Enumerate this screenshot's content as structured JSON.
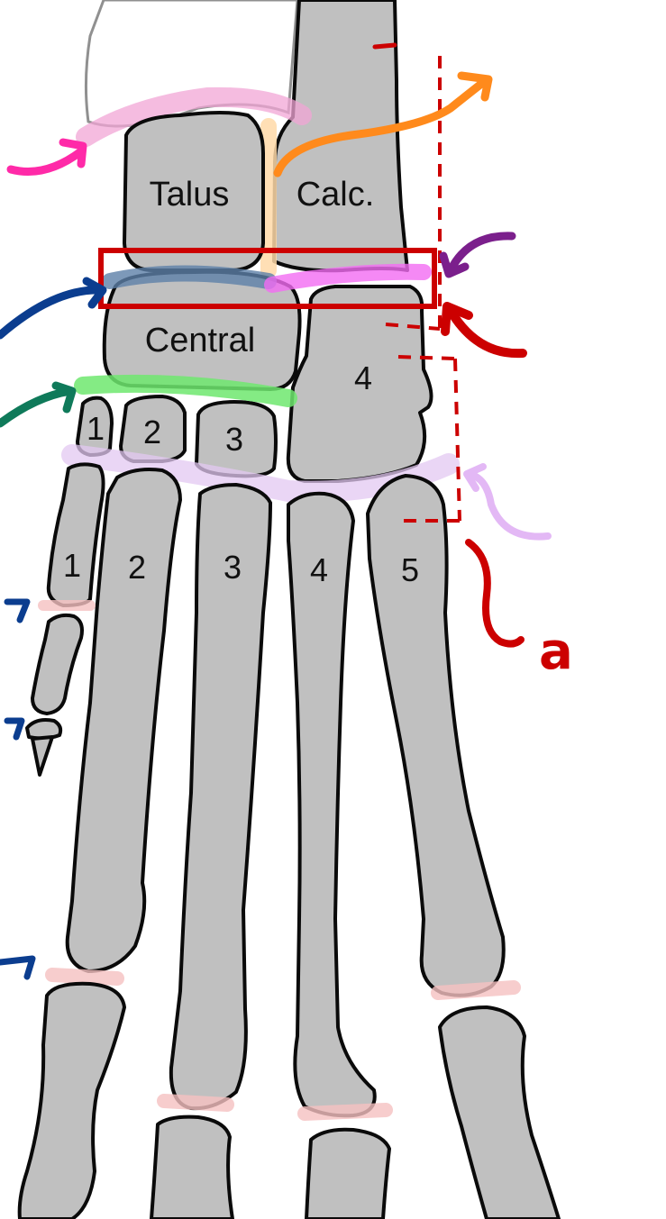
{
  "labels": {
    "talus": "Talus",
    "calcaneus": "Calc.",
    "central": "Central",
    "tarsal_4": "4",
    "tarsal_1": "1",
    "tarsal_2": "2",
    "tarsal_3": "3",
    "metatarsal_1": "1",
    "metatarsal_2": "2",
    "metatarsal_3": "3",
    "metatarsal_4": "4",
    "metatarsal_5": "5"
  },
  "annotation": {
    "letter": "a"
  },
  "colors": {
    "bone_fill": "#c0c0c0",
    "bone_outline": "#0a0a0a",
    "crural_joint": "#f2a6d6",
    "talocalcaneal_joint": "#ffd9a8",
    "proximal_intertarsal_blue": "#5c7fa8",
    "proximal_intertarsal_pink": "#f26cf2",
    "distal_intertarsal_green": "#6fe86f",
    "tarsometatarsal_lilac": "#e3c8f2",
    "interphalangeal_pink": "#f5c0c0",
    "arrow_magenta": "#ff2aa8",
    "arrow_orange": "#ff8a1c",
    "arrow_purple": "#7b1f8c",
    "arrow_red": "#cc0000",
    "arrow_navy": "#0b3d8f",
    "arrow_teal": "#0f7a5a",
    "arrow_lilac": "#e3b8f5",
    "highlight_box": "#cc0000"
  }
}
